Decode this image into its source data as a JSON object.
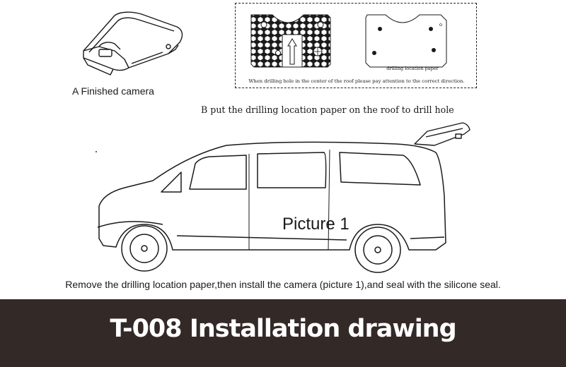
{
  "step_a": {
    "label": "A  Finished camera"
  },
  "step_b": {
    "label": "B  put the drilling location paper on the roof  to drill hole",
    "paper_caption": "drilling location paper",
    "note": "When drilling hole in the center of the roof  please pay attention to the correct direction."
  },
  "picture": {
    "label": "Picture 1"
  },
  "instruction": "Remove the drilling location paper,then install the camera (picture 1),and seal with the silicone seal.",
  "title": "T-008 Installation drawing",
  "colors": {
    "banner": "#332926",
    "banner_text": "#ffffff",
    "line": "#1a1a1a"
  },
  "icons": [
    "camera-outline-icon",
    "hex-template-icon",
    "up-arrow-icon",
    "van-outline-icon"
  ]
}
